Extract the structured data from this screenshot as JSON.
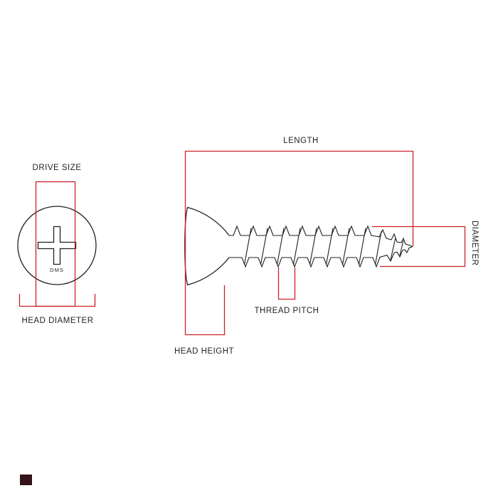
{
  "colors": {
    "annotation": "#cc2127",
    "line": "#231f20",
    "text": "#231f20",
    "corner_mark": "#341418",
    "background": "#ffffff"
  },
  "front_view": {
    "drive_size_label": "DRIVE SIZE",
    "head_diameter_label": "HEAD DIAMETER",
    "drive_marking": "DMS"
  },
  "side_view": {
    "length_label": "LENGTH",
    "diameter_label": "DIAMETER",
    "thread_pitch_label": "THREAD PITCH",
    "head_height_label": "HEAD HEIGHT"
  }
}
